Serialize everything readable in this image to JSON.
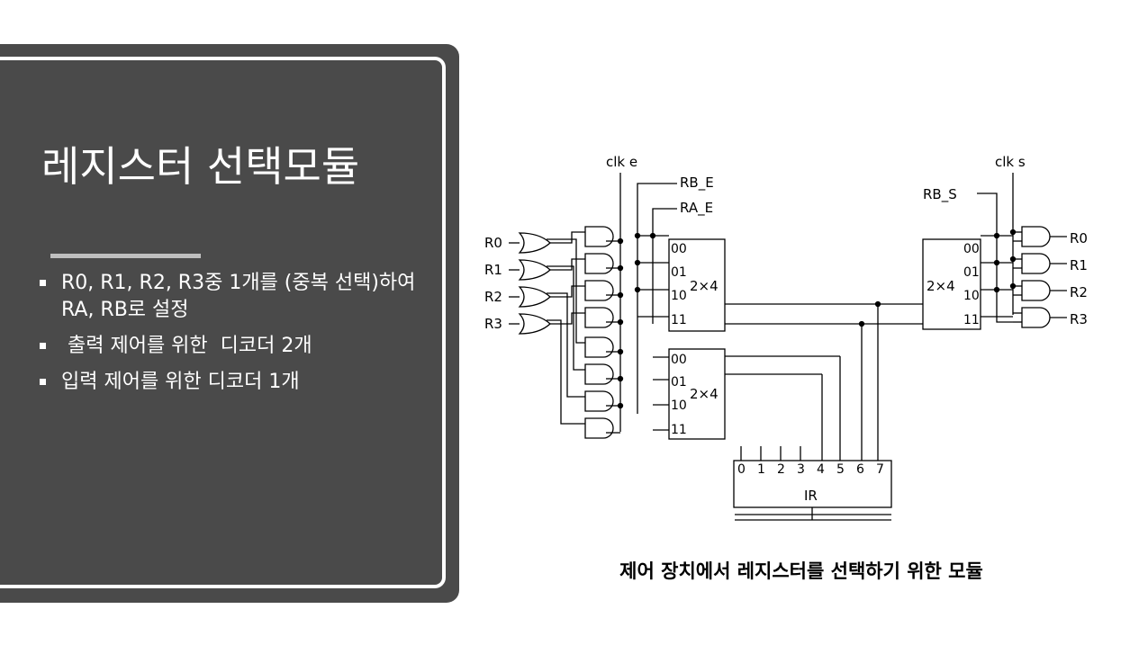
{
  "slide": {
    "title": "레지스터 선택모듈",
    "bullets": [
      "R0, R1, R2, R3중 1개를 (중복 선택)하여 RA, RB로 설정",
      " 출력 제어를 위한  디코더 2개",
      "입력 제어를 위한 디코더 1개"
    ],
    "caption": "제어 장치에서 레지스터를 선택하기 위한 모듈"
  },
  "diagram": {
    "inputs": [
      "R0",
      "R1",
      "R2",
      "R3"
    ],
    "outputs": [
      "R0",
      "R1",
      "R2",
      "R3"
    ],
    "clk_e": "clk e",
    "clk_s": "clk s",
    "rb_e": "RB_E",
    "ra_e": "RA_E",
    "rb_s": "RB_S",
    "decoder_label": "2×4",
    "decoder_pins": [
      "00",
      "01",
      "10",
      "11"
    ],
    "ir_label": "IR",
    "ir_bits": [
      "0",
      "1",
      "2",
      "3",
      "4",
      "5",
      "6",
      "7"
    ]
  }
}
